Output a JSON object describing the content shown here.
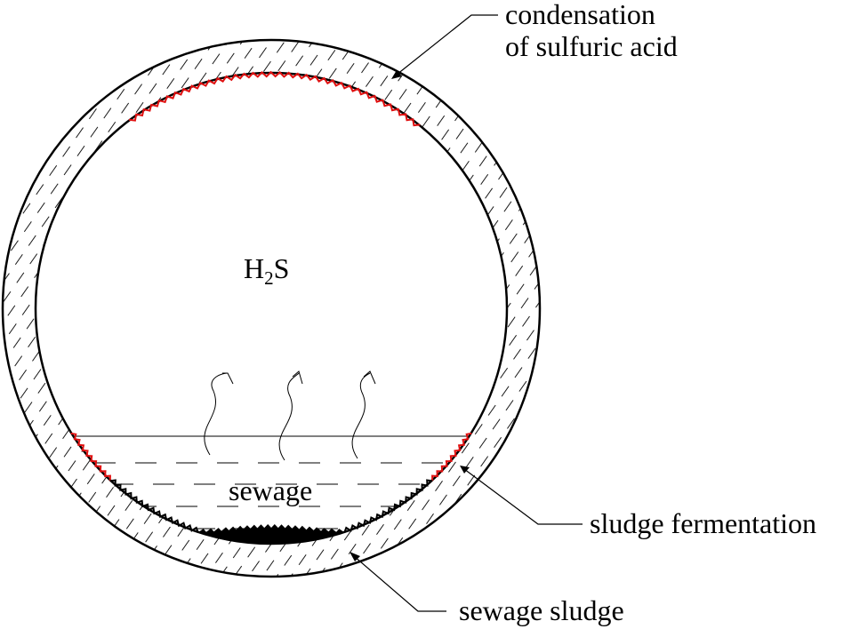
{
  "labels": {
    "condensation_line1": "condensation",
    "condensation_line2": "of sulfuric acid",
    "gas_main": "H",
    "gas_sub": "2",
    "gas_tail": "S",
    "liquid": "sewage",
    "fermentation": "sludge fermentation",
    "sludge": "sewage sludge"
  },
  "colors": {
    "outline": "#000000",
    "corrosion": "#e01010",
    "sludge": "#000000",
    "background": "#ffffff"
  }
}
